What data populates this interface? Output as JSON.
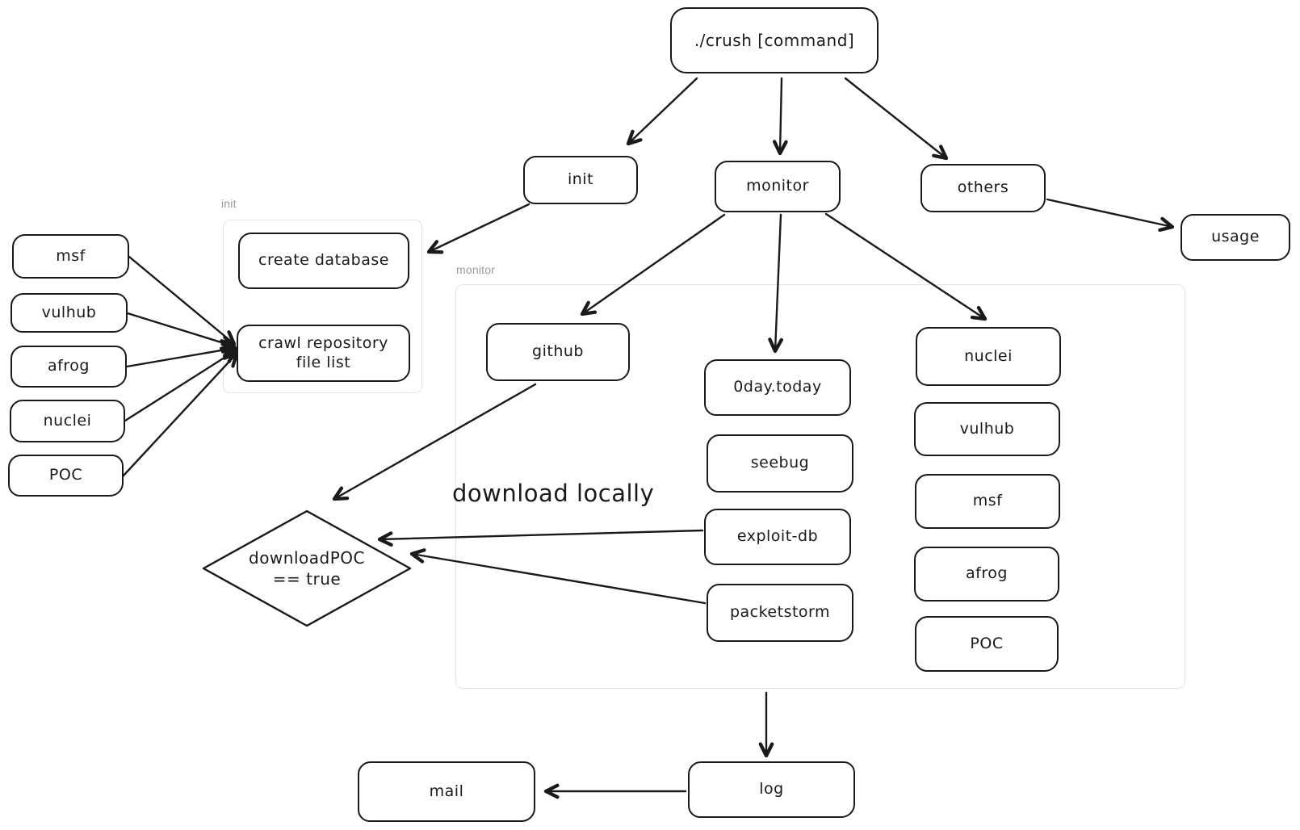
{
  "colors": {
    "stroke": "#1a1a1a",
    "frame_border": "#e4e4e4",
    "frame_label": "#9a9a9a",
    "background": "#ffffff"
  },
  "frames": {
    "init": {
      "label": "init"
    },
    "monitor": {
      "label": "monitor"
    }
  },
  "annotations": {
    "download_locally": "download locally"
  },
  "nodes": {
    "crush": {
      "label": "./crush [command]"
    },
    "init": {
      "label": "init"
    },
    "monitor": {
      "label": "monitor"
    },
    "others": {
      "label": "others"
    },
    "usage": {
      "label": "usage"
    },
    "create_database": {
      "label": "create database"
    },
    "crawl_repository": {
      "label": "crawl repository file list"
    },
    "msf_left": {
      "label": "msf"
    },
    "vulhub_left": {
      "label": "vulhub"
    },
    "afrog_left": {
      "label": "afrog"
    },
    "nuclei_left": {
      "label": "nuclei"
    },
    "poc_left": {
      "label": "POC"
    },
    "github": {
      "label": "github"
    },
    "zeroday_today": {
      "label": "0day.today"
    },
    "seebug": {
      "label": "seebug"
    },
    "exploit_db": {
      "label": "exploit-db"
    },
    "packetstorm": {
      "label": "packetstorm"
    },
    "nuclei_right": {
      "label": "nuclei"
    },
    "vulhub_right": {
      "label": "vulhub"
    },
    "msf_right": {
      "label": "msf"
    },
    "afrog_right": {
      "label": "afrog"
    },
    "poc_right": {
      "label": "POC"
    },
    "download_poc": {
      "line1": "downloadPOC",
      "line2": "== true"
    },
    "log": {
      "label": "log"
    },
    "mail": {
      "label": "mail"
    }
  }
}
